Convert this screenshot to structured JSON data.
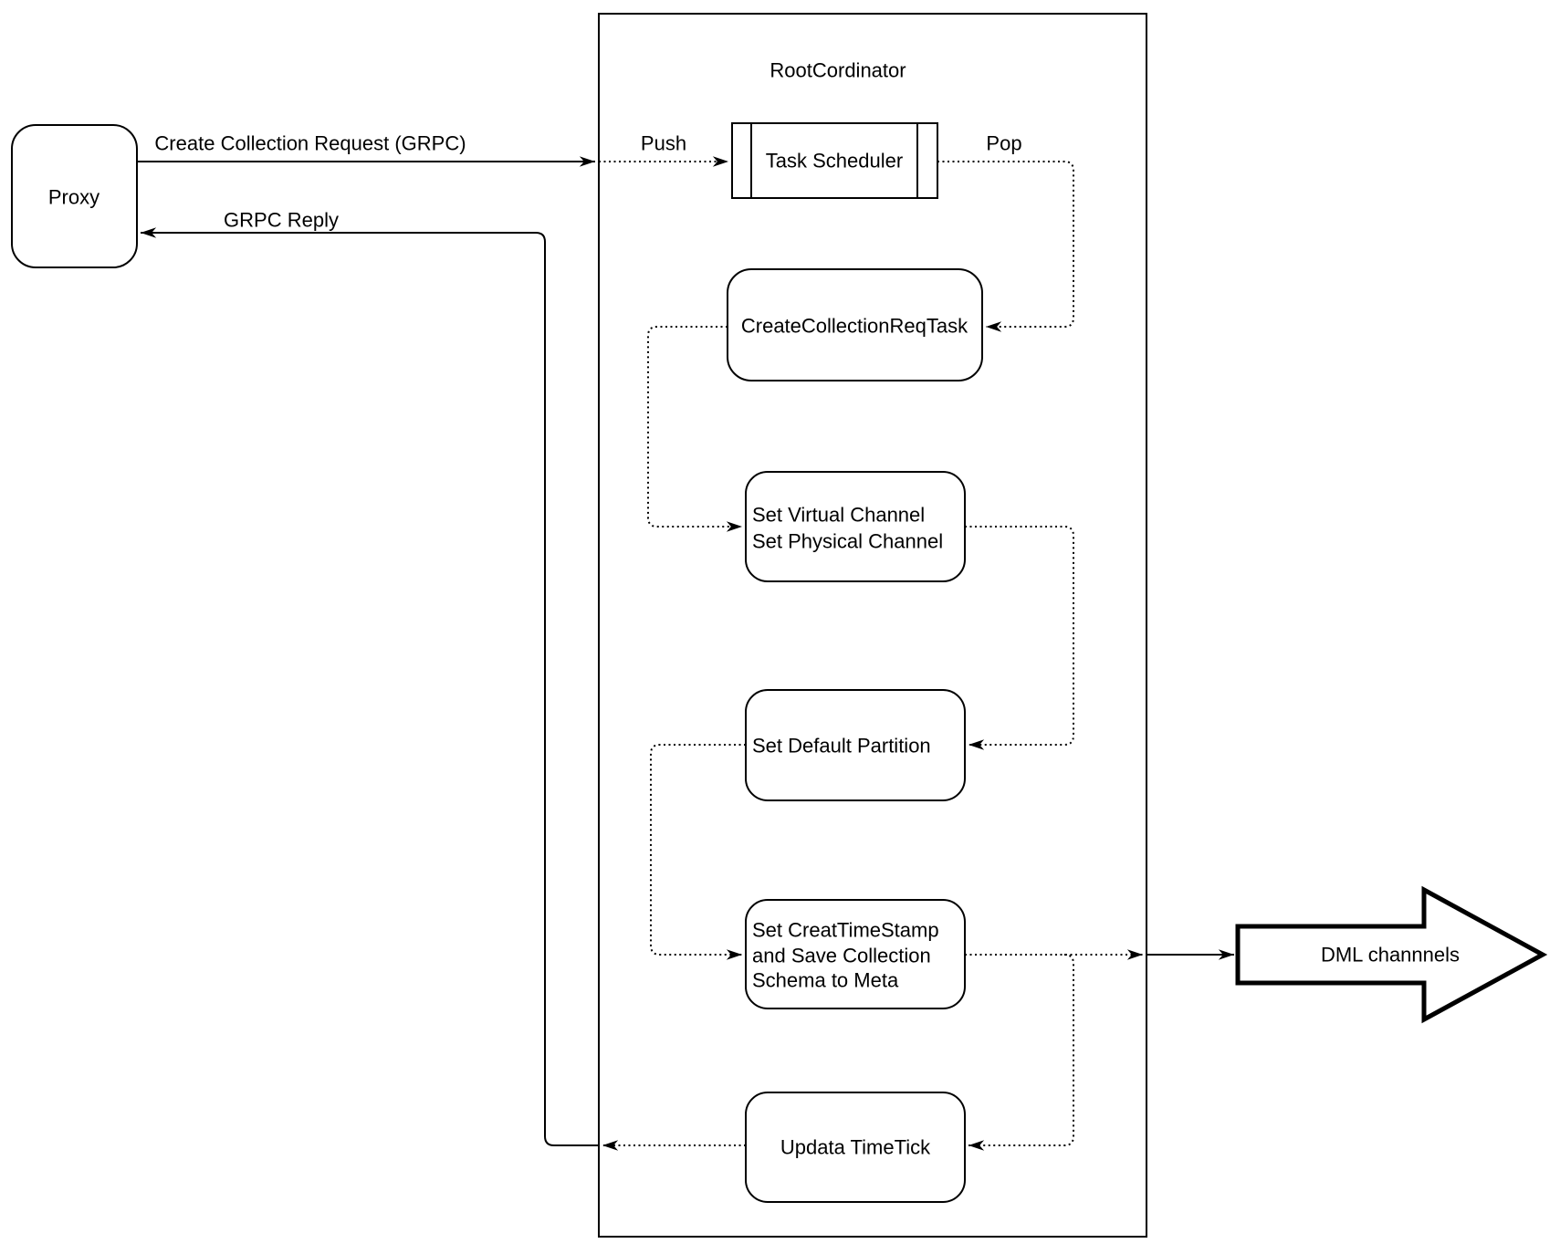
{
  "diagram_title": "RootCordinator",
  "nodes": {
    "proxy": {
      "label": "Proxy"
    },
    "task_scheduler": {
      "label": "Task Scheduler"
    },
    "create_collection_req_task": {
      "label": "CreateCollectionReqTask"
    },
    "set_channel": {
      "lines": [
        "Set Virtual Channel",
        "Set Physical Channel"
      ]
    },
    "set_default_partition": {
      "label": "Set Default Partition"
    },
    "set_creat_timestamp": {
      "lines": [
        "Set CreatTimeStamp",
        "and Save Collection",
        "Schema to Meta"
      ]
    },
    "updata_timetick": {
      "label": "Updata TimeTick"
    },
    "dml_channels": {
      "label": "DML channnels"
    }
  },
  "edges": {
    "create_collection_request": {
      "label": "Create Collection Request (GRPC)"
    },
    "grpc_reply": {
      "label": "GRPC Reply"
    },
    "push": {
      "label": "Push"
    },
    "pop": {
      "label": "Pop"
    }
  },
  "colors": {
    "stroke": "#000000",
    "background": "#ffffff"
  }
}
